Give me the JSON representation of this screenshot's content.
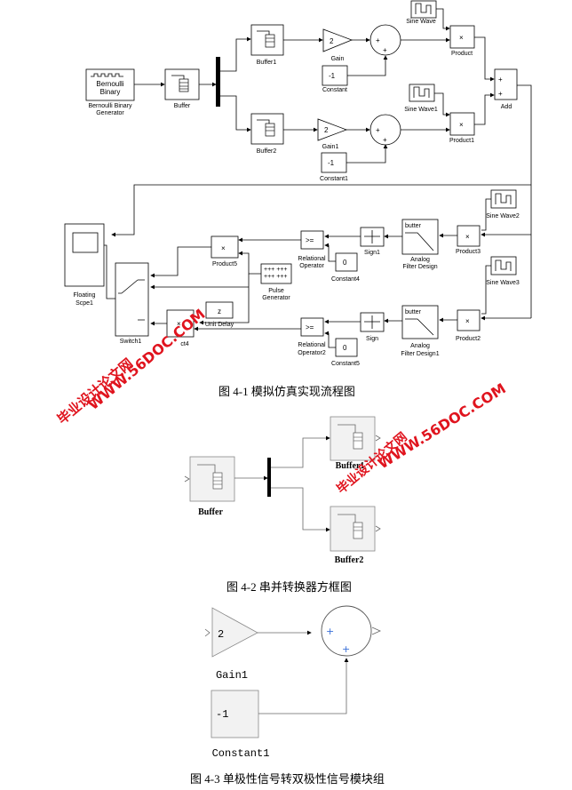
{
  "figure1": {
    "caption": "图 4-1  模拟仿真实现流程图",
    "blocks": {
      "bernoulli_text1": "Bernoulli",
      "bernoulli_text2": "Binary",
      "bernoulli_label1": "Bernoulli Binary",
      "bernoulli_label2": "Generator",
      "buffer": "Buffer",
      "buffer1": "Buffer1",
      "buffer2": "Buffer2",
      "gain": "Gain",
      "gain_value": "2",
      "gain1": "Gain1",
      "gain1_value": "2",
      "constant": "Constant",
      "constant_value": "-1",
      "constant1": "Constant1",
      "constant1_value": "-1",
      "sine_wave": "Sine Wave",
      "sine_wave1": "Sine Wave1",
      "sine_wave2": "Sine Wave2",
      "sine_wave3": "Sine Wave3",
      "product": "Product",
      "product1": "Product1",
      "product2": "Product2",
      "product3": "Product3",
      "product4": "ct4",
      "product5": "Product5",
      "add": "Add",
      "floating_scope1": "Floating",
      "floating_scope2": "Scpe1",
      "switch1": "Switch1",
      "sign": "Sign",
      "sign1": "Sign1",
      "analog_filter_design1": "Analog",
      "analog_filter_design2": "Filter Design",
      "analog_filter_design1b": "Analog",
      "analog_filter_design1c": "Filter Design1",
      "butter": "butter",
      "butter2": "butter",
      "relational_operator1": "Relational",
      "relational_operator2": "Operator",
      "relational_operator3": "Relational",
      "relational_operator4": "Operator2",
      "relop_symbol": ">=",
      "relop_symbol2": ">=",
      "constant4": "Constant4",
      "constant4_value": "0",
      "constant5": "Constant5",
      "constant5_value": "0",
      "pulse1": "Pulse",
      "pulse2": "Generator",
      "unit_delay": "Unit Delay",
      "unit_delay_symbol": "z",
      "times": "×",
      "plus": "+"
    }
  },
  "figure2": {
    "caption": "图 4-2  串并转换器方框图",
    "buffer": "Buffer",
    "buffer1": "Buffer1",
    "buffer2": "Buffer2"
  },
  "figure3": {
    "caption": "图 4-3  单极性信号转双极性信号模块组",
    "gain_value": "2",
    "gain_label": "Gain1",
    "constant_value": "-1",
    "constant_label": "Constant1",
    "plus": "+"
  },
  "watermarks": {
    "url": "WWW.56DOC.COM",
    "site": "毕业设计论文网"
  }
}
